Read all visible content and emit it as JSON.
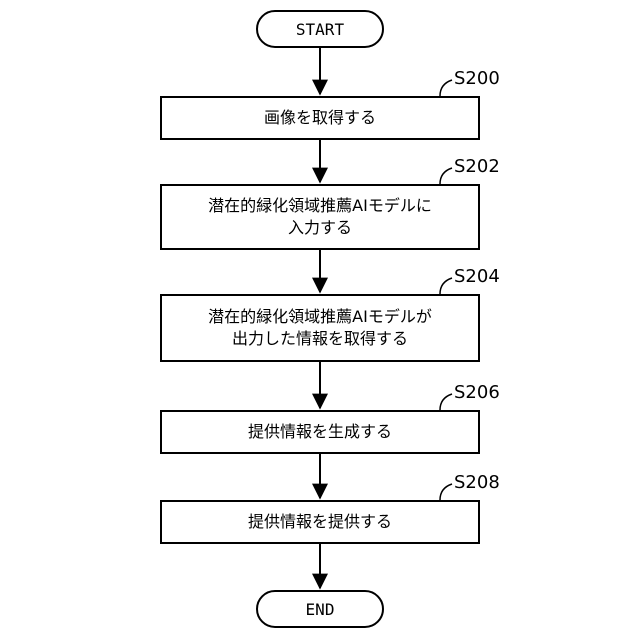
{
  "flowchart": {
    "start": "START",
    "end": "END",
    "steps": [
      {
        "id": "S200",
        "lines": [
          "画像を取得する"
        ]
      },
      {
        "id": "S202",
        "lines": [
          "潜在的緑化領域推薦AIモデルに",
          "入力する"
        ]
      },
      {
        "id": "S204",
        "lines": [
          "潜在的緑化領域推薦AIモデルが",
          "出力した情報を取得する"
        ]
      },
      {
        "id": "S206",
        "lines": [
          "提供情報を生成する"
        ]
      },
      {
        "id": "S208",
        "lines": [
          "提供情報を提供する"
        ]
      }
    ]
  }
}
